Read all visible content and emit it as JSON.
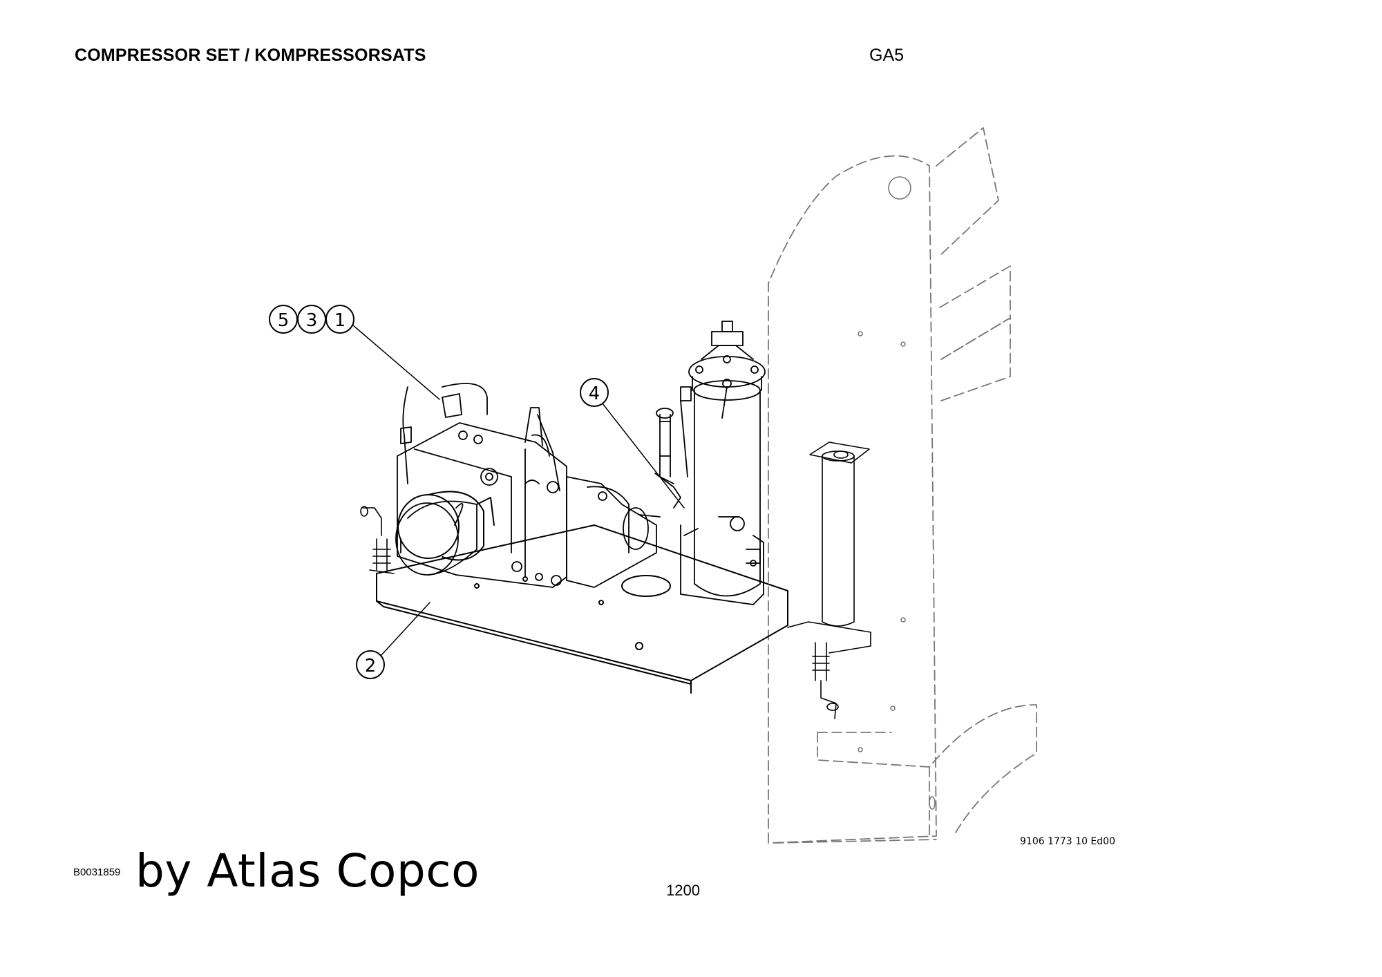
{
  "header": {
    "title": "COMPRESSOR SET / KOMPRESSORSATS",
    "model": "GA5"
  },
  "callouts": [
    {
      "label": "5"
    },
    {
      "label": "3"
    },
    {
      "label": "1"
    },
    {
      "label": "4"
    },
    {
      "label": "2"
    }
  ],
  "footer": {
    "drawing_number": "9106 1773 10 Ed00",
    "reference_code": "B0031859",
    "brand": "by Atlas Copco",
    "page_number": "1200"
  }
}
